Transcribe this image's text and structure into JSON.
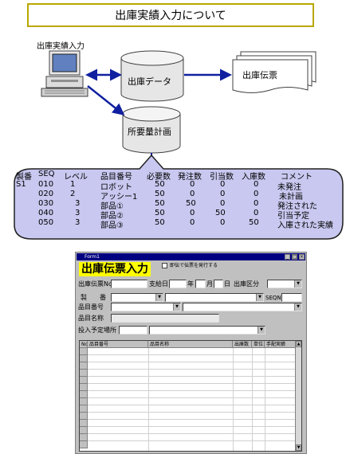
{
  "title": "出庫実績入力について",
  "diagram": {
    "terminal_label": "出庫実績入力",
    "db_shukko": "出庫データ",
    "db_shoyou": "所要量計画",
    "denpyo": "出庫伝票"
  },
  "table": {
    "headers": [
      "製番",
      "SEQ",
      "レベル",
      "品目番号",
      "必要数",
      "発注数",
      "引当数",
      "入庫数",
      "コメント"
    ],
    "rows": [
      [
        "S1",
        "010",
        "1",
        "ロボット",
        "50",
        "0",
        "0",
        "0",
        "未発注"
      ],
      [
        "",
        "020",
        "2",
        "アッシー1",
        "50",
        "0",
        "0",
        "0",
        "未計画"
      ],
      [
        "",
        "030",
        "3",
        "部品①",
        "50",
        "50",
        "0",
        "0",
        "発注された"
      ],
      [
        "",
        "040",
        "3",
        "部品②",
        "50",
        "0",
        "50",
        "0",
        "引当予定"
      ],
      [
        "",
        "050",
        "3",
        "部品③",
        "50",
        "0",
        "0",
        "50",
        "入庫された実績"
      ]
    ]
  },
  "form": {
    "window_title": "Form1",
    "big_title": "出庫伝票入力",
    "checkbox_label": "即伝で伝票を発行する",
    "shukko_denpyo_no": "出庫伝票No",
    "shikyu_bi": "支給日",
    "year": "年",
    "month": "月",
    "day": "日",
    "shukko_kubun": "出庫区分",
    "seiban": "製　　番",
    "seq_no": "SEQNo",
    "hinmoku_bango": "品目番号",
    "hinmoku_meisho": "品目名称",
    "tonyu_basho": "投入予定場所",
    "grid_headers": [
      "No",
      "品目番号",
      "品目名称",
      "出庫数",
      "単位",
      "手配実績"
    ]
  },
  "colors": {
    "title_border": "#b8a800",
    "bubble_fill": "#c8c8f0",
    "arrow": "#1020a0",
    "highlight": "#ffff00"
  }
}
